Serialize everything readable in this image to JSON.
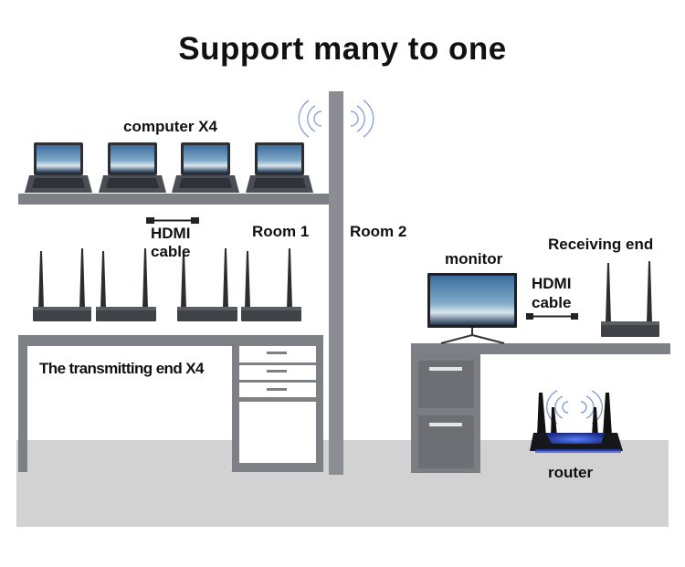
{
  "title": "Support many to one",
  "labels": {
    "computers": "computer X4",
    "hdmi_left": "HDMI",
    "cable_left": "cable",
    "room1": "Room 1",
    "room2": "Room 2",
    "monitor": "monitor",
    "receiving_end": "Receiving end",
    "hdmi_right": "HDMI",
    "cable_right": "cable",
    "transmitting_end": "The transmitting end X4",
    "router": "router"
  },
  "colors": {
    "floor": "#d2d2d2",
    "wall": "#8a8d91",
    "shelf": "#7d8085",
    "cabinet": "#7b7e82",
    "device": "#3f4348",
    "router_glow": "#2f4bd6",
    "wifi": "#6a86c8"
  },
  "icons": [
    "laptop-icon",
    "transmitter-icon",
    "receiver-icon",
    "monitor-icon",
    "router-icon",
    "wifi-icon",
    "hdmi-cable-icon"
  ]
}
